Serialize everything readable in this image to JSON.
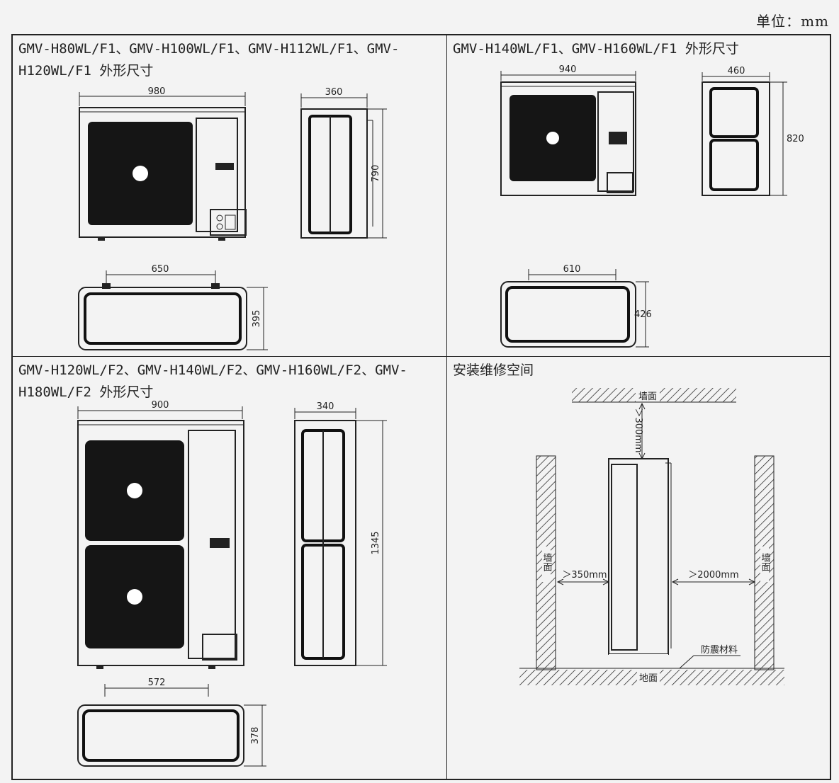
{
  "unit_label": "单位：",
  "unit_value": "mm",
  "panels": {
    "f1_small": {
      "title": "GMV-H80WL/F1、GMV-H100WL/F1、GMV-H112WL/F1、GMV-H120WL/F1 外形尺寸",
      "dims": {
        "front_width": "980",
        "side_width": "360",
        "height": "790",
        "mount_span": "650",
        "depth": "395"
      }
    },
    "f1_large": {
      "title": "GMV-H140WL/F1、GMV-H160WL/F1 外形尺寸",
      "dims": {
        "front_width": "940",
        "side_width": "460",
        "height": "820",
        "mount_span": "610",
        "depth": "426"
      }
    },
    "f2": {
      "title": "GMV-H120WL/F2、GMV-H140WL/F2、GMV-H160WL/F2、GMV-H180WL/F2 外形尺寸",
      "dims": {
        "front_width": "900",
        "side_width": "340",
        "height": "1345",
        "mount_span": "572",
        "depth": "378"
      }
    },
    "install": {
      "title": "安装维修空间",
      "labels": {
        "top_wall": "墙面",
        "top_clearance": "＞300mm",
        "left_wall": "墙面",
        "left_clearance": "＞350mm",
        "right_clearance": "＞2000mm",
        "right_wall": "墙面",
        "anti_vibration": "防震材料",
        "floor": "地面"
      }
    }
  }
}
